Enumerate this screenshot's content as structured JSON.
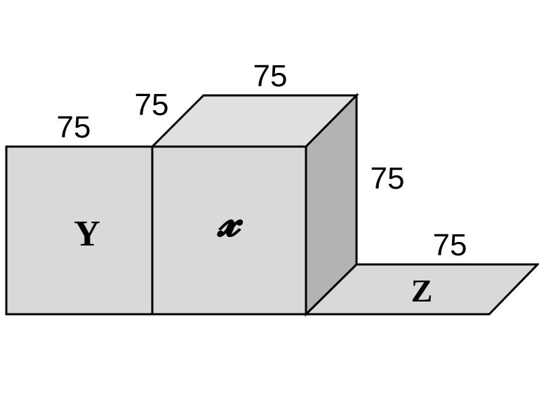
{
  "shapes": {
    "square_y": {
      "label": "Y"
    },
    "cube_x": {
      "label": "𝔁"
    },
    "plane_z": {
      "label": "Z"
    }
  },
  "dimensions": {
    "top_y": "75",
    "depth_x": "75",
    "width_x": "75",
    "height_x": "75",
    "width_z": "75"
  },
  "colors": {
    "face_light": "#d9d9d9",
    "face_top": "#e0e0e0",
    "face_side": "#b3b3b3",
    "stroke": "#000000"
  }
}
